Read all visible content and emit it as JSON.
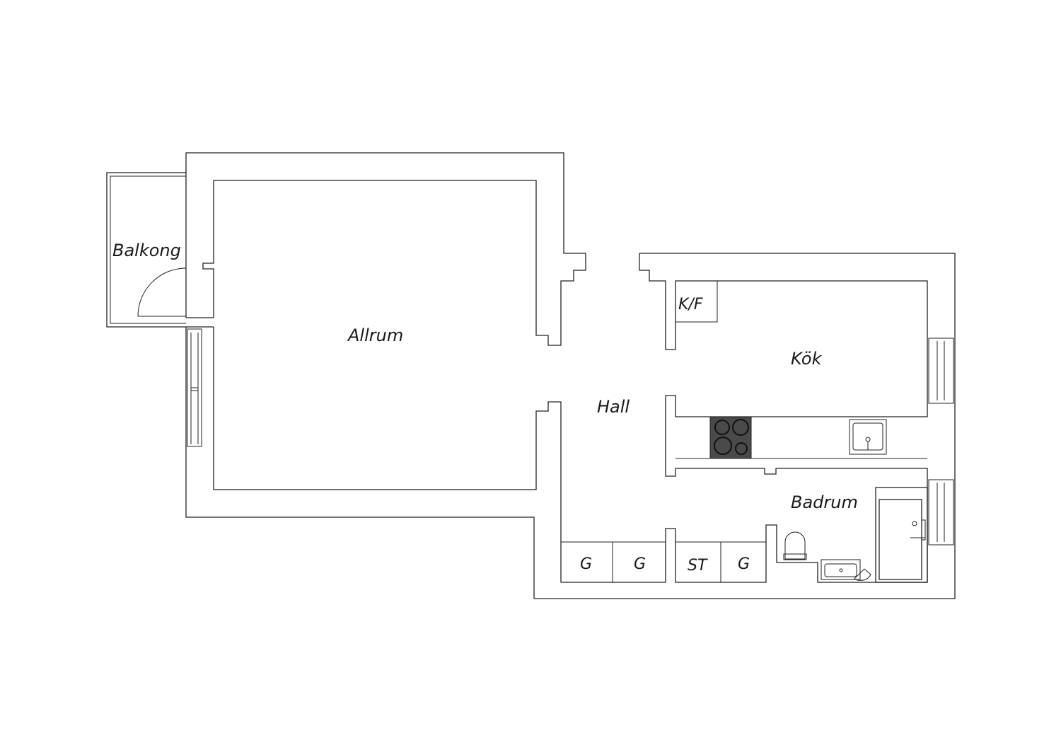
{
  "rooms": {
    "balkong": "Balkong",
    "allrum": "Allrum",
    "hall": "Hall",
    "kok": "Kök",
    "badrum": "Badrum",
    "kf": "K/F"
  },
  "closets": [
    "G",
    "G",
    "ST",
    "G"
  ],
  "colors": {
    "line": "#222222",
    "stove": "#4a4a4a",
    "background": "#ffffff"
  }
}
